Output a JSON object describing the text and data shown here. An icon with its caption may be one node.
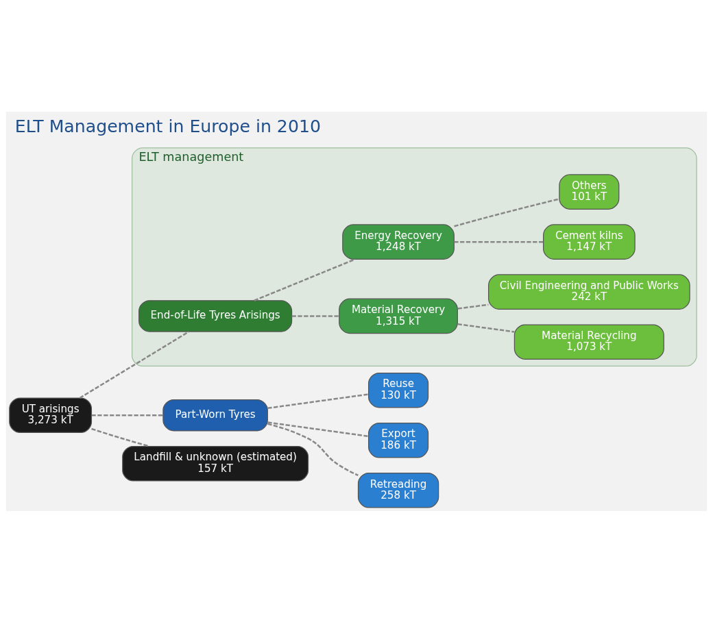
{
  "diagram": {
    "title": "ELT Management in Europe in 2010",
    "nodes": [
      {
        "text": [
          "UT arisings",
          "3,273 kT"
        ]
      },
      {
        "text": [
          "Part-Worn Tyres"
        ]
      },
      {
        "text": [
          "Reuse",
          "130 kT"
        ]
      },
      {
        "text": [
          "Export",
          "186 kT"
        ]
      },
      {
        "text": [
          "Retreading",
          "258 kT"
        ]
      },
      {
        "text": [
          "ELT management"
        ]
      },
      {
        "text": [
          "End-of-Life Tyres Arisings"
        ],
        "in": 5
      },
      {
        "text": [
          "Material Recovery",
          "1,315 kT"
        ],
        "in": 5
      },
      {
        "text": [
          "Energy Recovery",
          "1,248 kT"
        ],
        "in": 5
      },
      {
        "text": [
          "Material Recycling",
          "1,073 kT"
        ],
        "in": 5
      },
      {
        "text": [
          "Civil Engineering and Public Works",
          "242 kT"
        ],
        "in": 5
      },
      {
        "text": [
          "Cement kilns",
          "1,147 kT"
        ],
        "in": 5
      },
      {
        "text": [
          "Others",
          "101 kT"
        ],
        "in": 5
      },
      {
        "text": [
          "Landfill & unknown (estimated)",
          "157 kT"
        ]
      }
    ],
    "edges": [
      {
        "from": 0,
        "to": 1,
        "arrow": "none",
        "style": "dashed"
      },
      {
        "from": 0,
        "to": 6,
        "arrow": "none",
        "style": "dashed"
      },
      {
        "from": 0,
        "to": 13,
        "arrow": "none",
        "style": "dashed"
      },
      {
        "from": 1,
        "to": 2,
        "arrow": "none",
        "style": "dashed"
      },
      {
        "from": 1,
        "to": 3,
        "arrow": "none",
        "style": "dashed"
      },
      {
        "from": 1,
        "to": 4,
        "arrow": "none",
        "style": "dashed"
      },
      {
        "from": 6,
        "to": 7,
        "arrow": "none",
        "style": "dashed"
      },
      {
        "from": 6,
        "to": 8,
        "arrow": "none",
        "style": "dashed"
      },
      {
        "from": 7,
        "to": 9,
        "arrow": "none",
        "style": "dashed"
      },
      {
        "from": 7,
        "to": 10,
        "arrow": "none",
        "style": "dashed"
      },
      {
        "from": 8,
        "to": 11,
        "arrow": "none",
        "style": "dashed"
      },
      {
        "from": 8,
        "to": 12,
        "arrow": "none",
        "style": "dashed"
      }
    ]
  }
}
